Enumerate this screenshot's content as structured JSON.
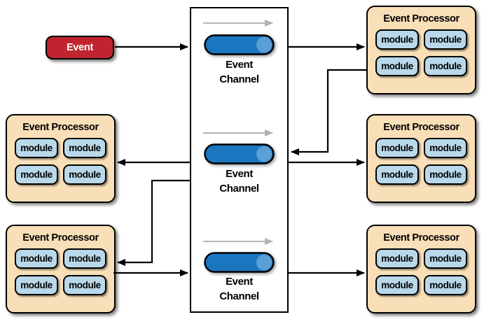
{
  "event_source": {
    "label": "Event"
  },
  "channels": [
    {
      "name": "Event Channel",
      "line1": "Event",
      "line2": "Channel"
    },
    {
      "name": "Event Channel",
      "line1": "Event",
      "line2": "Channel"
    },
    {
      "name": "Event Channel",
      "line1": "Event",
      "line2": "Channel"
    }
  ],
  "processors": [
    {
      "position": "top-right",
      "title": "Event Processor",
      "modules": [
        "module",
        "module",
        "module",
        "module"
      ]
    },
    {
      "position": "middle-right",
      "title": "Event Processor",
      "modules": [
        "module",
        "module",
        "module",
        "module"
      ]
    },
    {
      "position": "bottom-right",
      "title": "Event Processor",
      "modules": [
        "module",
        "module",
        "module",
        "module"
      ]
    },
    {
      "position": "middle-left",
      "title": "Event Processor",
      "modules": [
        "module",
        "module",
        "module",
        "module"
      ]
    },
    {
      "position": "bottom-left",
      "title": "Event Processor",
      "modules": [
        "module",
        "module",
        "module",
        "module"
      ]
    }
  ],
  "colors": {
    "event_box": "#c0242e",
    "processor_bg": "#f9dfb7",
    "module_bg": "#b9d8ea",
    "cylinder_blue": "#1b76c0",
    "cylinder_cap": "#5c9fd6",
    "connector": "#000000",
    "flow_arrow": "#b3b3b3"
  }
}
